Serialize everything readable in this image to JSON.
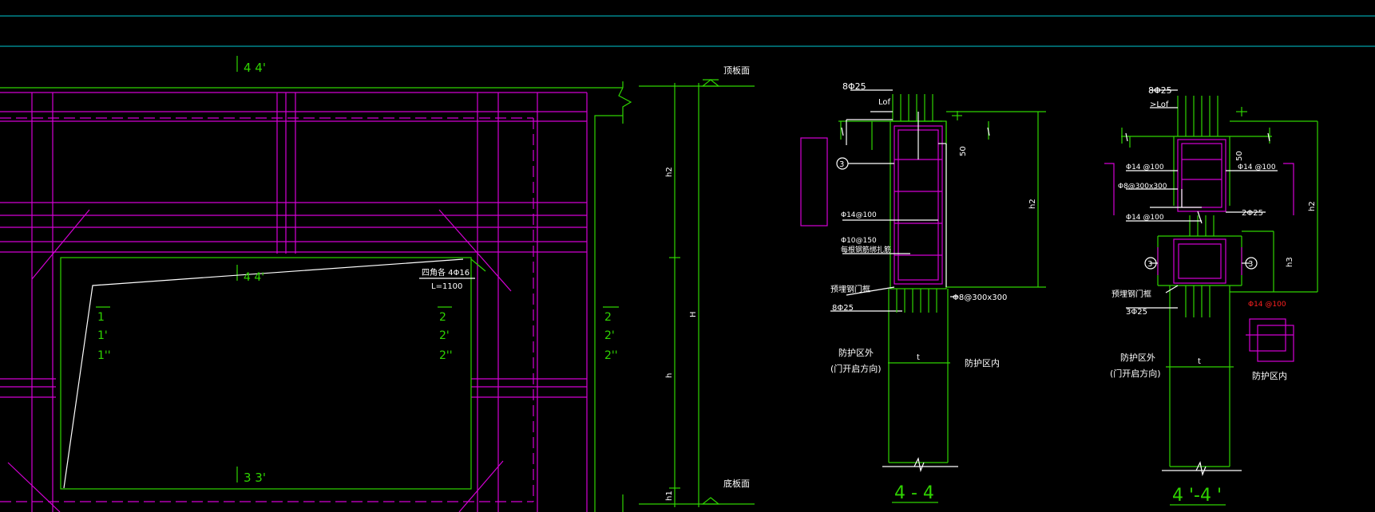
{
  "colors": {
    "background": "#000000",
    "rebar": "#2fd400",
    "structure": "#d400d4",
    "text": "#ffffff",
    "frame": "#00c8d2",
    "highlight": "#ff2020"
  },
  "elevation": {
    "section_44": "4 4'",
    "section_44_inner": "4 4'",
    "section_33": "3 3'",
    "note_rebar": "四角各  4Φ16",
    "note_length": "L=1100",
    "marks_left": [
      "1",
      "1'",
      "1''"
    ],
    "marks_mid": [
      "2",
      "2'",
      "2''"
    ],
    "marks_right": [
      "2",
      "2'",
      "2''"
    ],
    "top_level": "顶板面",
    "bottom_level": "底板面",
    "dim_h2": "h2",
    "dim_H": "H",
    "dim_h": "h",
    "dim_h1": "h1"
  },
  "section_4": {
    "title": "4 - 4",
    "rebar_top": "8Φ25",
    "lof": "Lof",
    "dim_50": "50",
    "marker": "3",
    "stirrup_1": "Φ14@100",
    "stirrup_2": "Φ10@150",
    "stirrup_note": "每根钢筋绑扎筋",
    "embed": "预埋钢门框",
    "rebar_bottom": "8Φ25",
    "tie": "Φ8@300x300",
    "dim_h2": "h2",
    "dim_t": "t",
    "outside": "防护区外",
    "outside_note": "(门开启方向)",
    "inside": "防护区内"
  },
  "section_4p": {
    "title": "4 '-4 '",
    "rebar_top": "8Φ25",
    "lof": ">Lof",
    "dim_50": "50",
    "stirrup_l": "Φ14 @100",
    "stirrup_r": "Φ14 @100",
    "tie": "Φ8@300x300",
    "stirrup_3": "Φ14 @100",
    "rebar_mid": "2Φ25",
    "marker_l": "3",
    "marker_r": "3",
    "embed": "预埋钢门框",
    "rebar_bottom": "3Φ25",
    "red_note": "Φ14 @100",
    "dim_h2": "h2",
    "dim_h3": "h3",
    "dim_t": "t",
    "outside": "防护区外",
    "outside_note": "(门开启方向)",
    "inside": "防护区内"
  }
}
